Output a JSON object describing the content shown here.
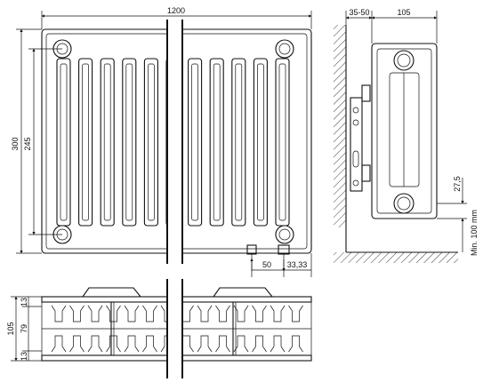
{
  "front_view": {
    "width_label": "1200",
    "height_label": "300",
    "center_distance_label": "245",
    "pipe_offset_label": "50",
    "pipe_spacing_label": "33,33"
  },
  "side_view": {
    "wall_distance_label": "35-50",
    "depth_label": "105",
    "bracket_offset_label": "27,5",
    "floor_clearance_label": "Min. 100 mm"
  },
  "top_view": {
    "depth_label": "105",
    "inner_label": "79",
    "top_margin_label": "13",
    "bottom_margin_label": "13"
  },
  "colors": {
    "line": "#111111",
    "background": "#ffffff"
  }
}
